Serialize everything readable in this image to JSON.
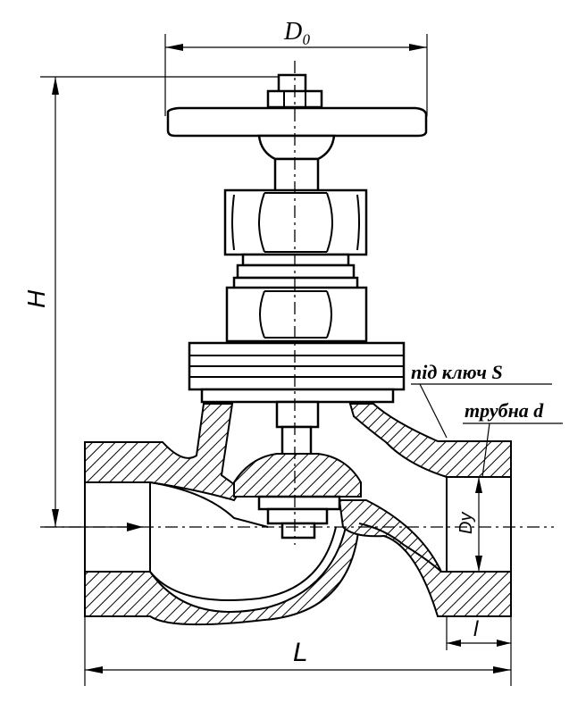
{
  "labels": {
    "d0": "D₀",
    "h": "H",
    "dy": "Dу",
    "l_big": "L",
    "l_small": "l",
    "wrench": "під ключ S",
    "pipe": "трубна d"
  }
}
